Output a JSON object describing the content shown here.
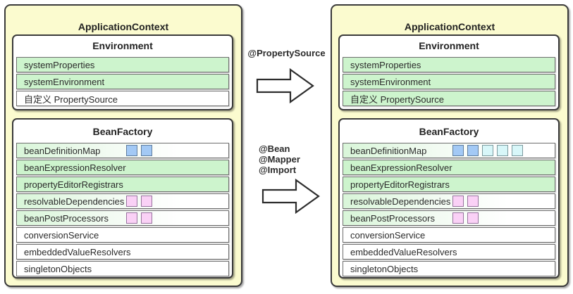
{
  "panels": [
    {
      "title": "ApplicationContext",
      "environment": {
        "title": "Environment",
        "rows": [
          {
            "label": "systemProperties",
            "style": "green"
          },
          {
            "label": "systemEnvironment",
            "style": "green"
          },
          {
            "label": "自定义 PropertySource",
            "style": "white"
          }
        ]
      },
      "bean_factory": {
        "title": "BeanFactory",
        "rows": [
          {
            "label": "beanDefinitionMap",
            "style": "gradient",
            "squares": [
              "blue",
              "blue"
            ]
          },
          {
            "label": "beanExpressionResolver",
            "style": "green"
          },
          {
            "label": "propertyEditorRegistrars",
            "style": "green"
          },
          {
            "label": "resolvableDependencies",
            "style": "gradient",
            "squares": [
              "pink",
              "pink"
            ]
          },
          {
            "label": "beanPostProcessors",
            "style": "gradient",
            "squares": [
              "pink",
              "pink"
            ]
          },
          {
            "label": "conversionService",
            "style": "white"
          },
          {
            "label": "embeddedValueResolvers",
            "style": "white"
          },
          {
            "label": "singletonObjects",
            "style": "white"
          }
        ]
      }
    },
    {
      "title": "ApplicationContext",
      "environment": {
        "title": "Environment",
        "rows": [
          {
            "label": "systemProperties",
            "style": "green"
          },
          {
            "label": "systemEnvironment",
            "style": "green"
          },
          {
            "label": "自定义 PropertySource",
            "style": "green"
          }
        ]
      },
      "bean_factory": {
        "title": "BeanFactory",
        "rows": [
          {
            "label": "beanDefinitionMap",
            "style": "gradient",
            "squares": [
              "blue",
              "blue",
              "cyan",
              "cyan",
              "cyan"
            ]
          },
          {
            "label": "beanExpressionResolver",
            "style": "green"
          },
          {
            "label": "propertyEditorRegistrars",
            "style": "green"
          },
          {
            "label": "resolvableDependencies",
            "style": "gradient",
            "squares": [
              "pink",
              "pink"
            ]
          },
          {
            "label": "beanPostProcessors",
            "style": "gradient",
            "squares": [
              "pink",
              "pink"
            ]
          },
          {
            "label": "conversionService",
            "style": "white"
          },
          {
            "label": "embeddedValueResolvers",
            "style": "white"
          },
          {
            "label": "singletonObjects",
            "style": "white"
          }
        ]
      }
    }
  ],
  "middle": {
    "arrow1_label": "@PropertySource",
    "arrow2_labels": [
      "@Bean",
      "@Mapper",
      "@Import"
    ]
  },
  "colors": {
    "panel_bg": "#fbfbcf",
    "row_green": "#cdf4cd",
    "row_gradient_start": "#d9f6d9",
    "square_blue": "#a3c9f5",
    "square_cyan": "#d8f7f9",
    "square_pink": "#fad1f6"
  }
}
